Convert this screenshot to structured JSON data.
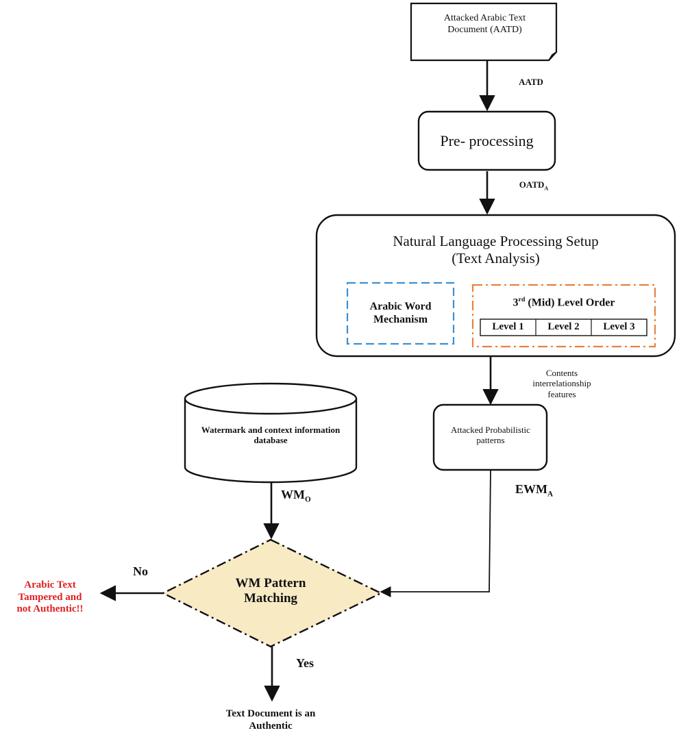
{
  "nodes": {
    "document": "Attacked Arabic Text Document (AATD)",
    "preprocessing": "Pre- processing",
    "nlp_title_line1": "Natural Language Processing Setup",
    "nlp_title_line2": "(Text Analysis)",
    "arabic_word_mechanism": "Arabic Word Mechanism",
    "mid_level_sup": "rd",
    "mid_level_base": "3",
    "mid_level_rest": "(Mid) Level Order",
    "levels": [
      "Level 1",
      "Level 2",
      "Level 3"
    ],
    "attacked_patterns": "Attacked Probabilistic patterns",
    "database": "Watermark and context information database",
    "wm_matching_line1": "WM Pattern",
    "wm_matching_line2": "Matching",
    "tampered_line1": "Arabic Text",
    "tampered_line2": "Tampered and",
    "tampered_line3": "not Authentic!!",
    "authentic_line1": "Text Document is an",
    "authentic_line2": "Authentic"
  },
  "edges": {
    "aatd": "AATD",
    "oatd_base": "OATD",
    "oatd_sub": "A",
    "contents_line1": "Contents",
    "contents_line2": "interrelationship",
    "contents_line3": "features",
    "ewm_base": "EWM",
    "ewm_sub": "A",
    "wmo_base": "WM",
    "wmo_sub": "O",
    "no": "No",
    "yes": "Yes"
  },
  "colors": {
    "stroke": "#111111",
    "blue_dash": "#3b8fd4",
    "orange_dash": "#e8813a",
    "diamond_fill": "#f8ebc4",
    "alert_red": "#e02020"
  }
}
